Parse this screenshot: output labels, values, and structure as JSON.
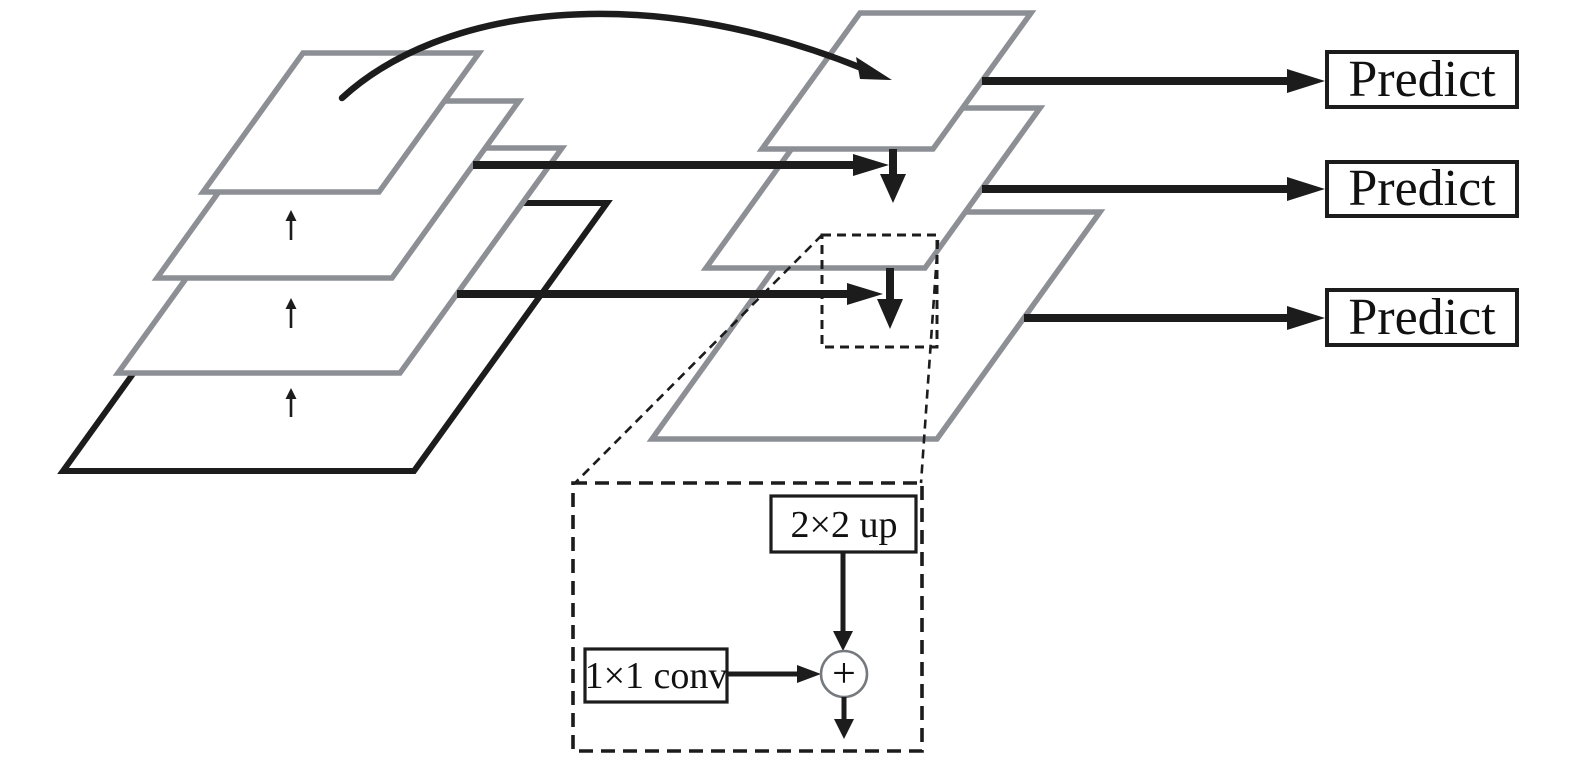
{
  "figure": {
    "background": "#ffffff",
    "palette": {
      "plane_gray": "#8c9095",
      "ink_black": "#1c1c1c",
      "box_fill": "#ffffff"
    },
    "outputs": [
      {
        "label": "Predict"
      },
      {
        "label": "Predict"
      },
      {
        "label": "Predict"
      }
    ],
    "inset": {
      "upsample_label": "2×2 up",
      "conv_label": "1×1 conv",
      "merge_symbol": "+"
    }
  }
}
